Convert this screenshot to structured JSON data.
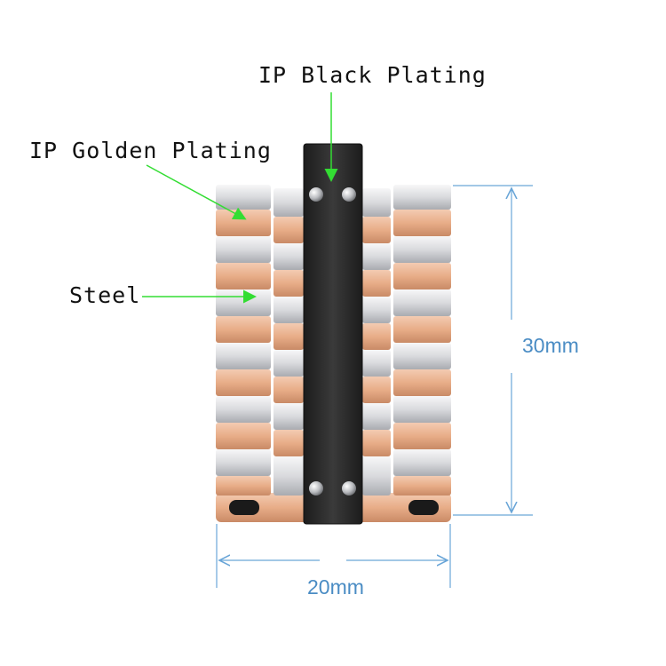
{
  "labels": {
    "black_plating": "IP Black Plating",
    "golden_plating": "IP Golden Plating",
    "steel": "Steel"
  },
  "dimensions": {
    "height": "30mm",
    "width": "20mm"
  },
  "colors": {
    "callout": "#33dd33",
    "dimension": "#6aa6d8",
    "rose_gold": "#e8b291",
    "steel": "#dcdde0",
    "black": "#2b2b2b"
  }
}
